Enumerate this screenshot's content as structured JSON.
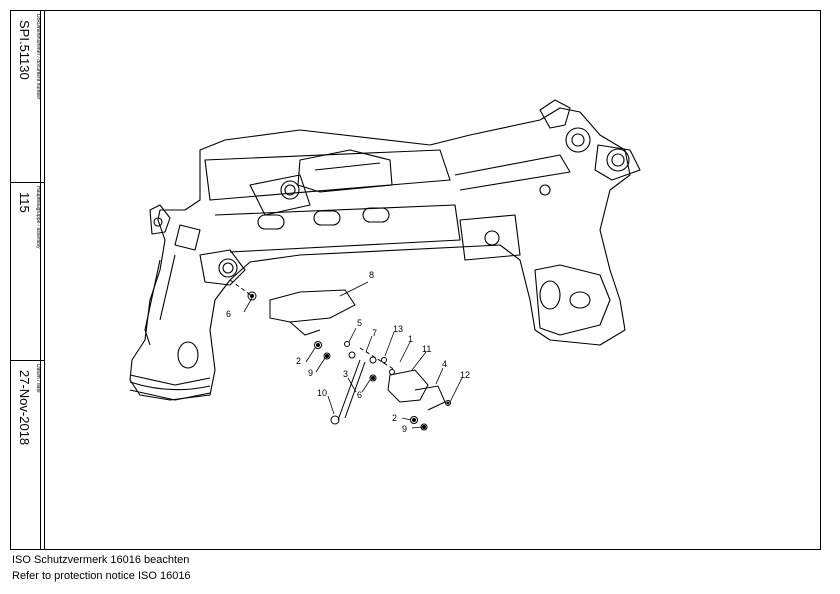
{
  "title_block": {
    "document_label": "Dokumentnummer / document number",
    "document_value": "SPI.51130",
    "assembly_label": "Hauptbaugruppe / assembly",
    "assembly_value": "115",
    "date_label": "Datum / date",
    "date_value": "27-Nov-2018"
  },
  "callouts": [
    "8",
    "6",
    "5",
    "7",
    "13",
    "1",
    "11",
    "2",
    "9",
    "3",
    "6",
    "4",
    "12",
    "10",
    "2",
    "9"
  ],
  "footer": {
    "line1": "ISO Schutzvermerk 16016 beachten",
    "line2": "Refer to protection notice ISO 16016"
  }
}
